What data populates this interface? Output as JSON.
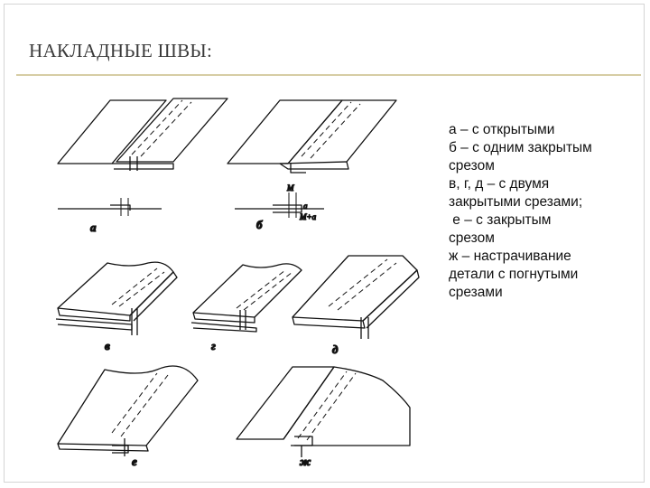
{
  "slide": {
    "title": "НАКЛАДНЫЕ ШВЫ:"
  },
  "figure": {
    "labels": {
      "a": "а",
      "b": "б",
      "v": "в",
      "g": "г",
      "d": "д",
      "e": "е",
      "zh": "ж"
    },
    "dims": {
      "m": "М",
      "a": "а",
      "m_plus_a": "М+а"
    }
  },
  "legend": {
    "lines": [
      "а – с открытыми",
      "б – с одним закрытым",
      "срезом",
      "в, г, д – с двумя",
      "закрытыми срезами;",
      " е – с закрытым",
      "срезом",
      "ж – настрачивание",
      "детали с погнутыми",
      "срезами"
    ]
  }
}
